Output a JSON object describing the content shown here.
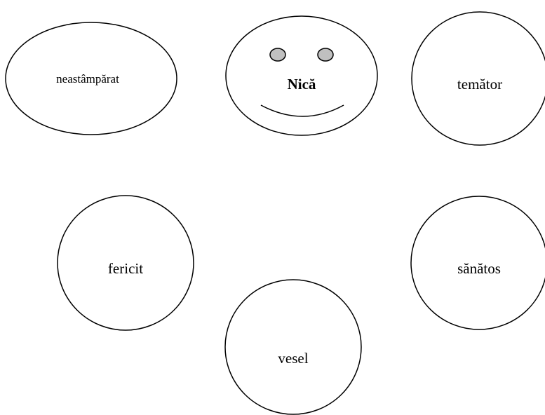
{
  "center": {
    "label": "Nică"
  },
  "attributes": [
    {
      "label": "neastâmpărat"
    },
    {
      "label": "temător"
    },
    {
      "label": "fericit"
    },
    {
      "label": "sănătos"
    },
    {
      "label": "vesel"
    }
  ],
  "colors": {
    "outline": "#000000",
    "eye_fill": "#c0c0c0",
    "background": "#ffffff"
  }
}
